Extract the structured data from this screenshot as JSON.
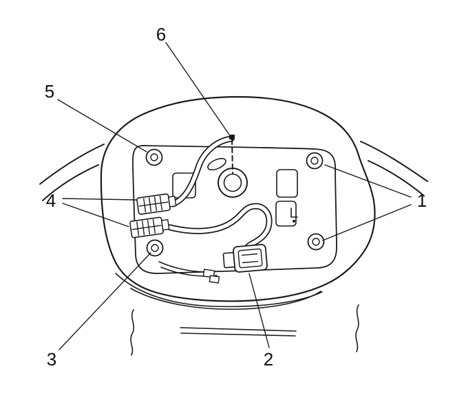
{
  "colors": {
    "background": "#ffffff",
    "line": "#1a1a1a",
    "text": "#111111"
  },
  "callouts": {
    "c1": "1",
    "c2": "2",
    "c3": "3",
    "c4": "4",
    "c5": "5",
    "c6": "6"
  }
}
